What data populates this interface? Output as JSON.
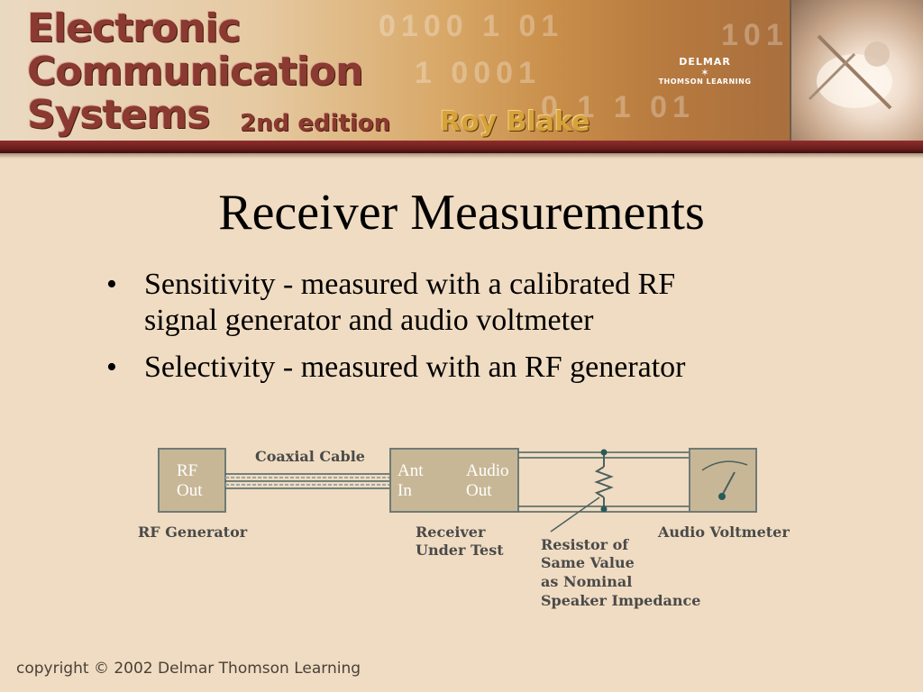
{
  "banner": {
    "book_title_line1": "Electronic",
    "book_title_line2": "Communication",
    "book_title_line3": "Systems",
    "edition": "2nd edition",
    "author": "Roy Blake",
    "publisher_name": "DELMAR",
    "publisher_star": "✶",
    "publisher_sub": "THOMSON LEARNING",
    "decorative_digits": [
      "0100 1 01",
      "1 0001",
      "0 1 1 01",
      "101"
    ]
  },
  "slide": {
    "title": "Receiver Measurements",
    "bullets": [
      {
        "marker": "•",
        "lines": [
          "Sensitivity - measured with a calibrated RF",
          "signal generator and audio voltmeter"
        ]
      },
      {
        "marker": "•",
        "lines": [
          "Selectivity - measured with an RF generator"
        ]
      }
    ]
  },
  "diagram": {
    "rf_box": {
      "line1": "RF",
      "line2": "Out"
    },
    "receiver_box": {
      "left_line1": "Ant",
      "left_line2": "In",
      "right_line1": "Audio",
      "right_line2": "Out"
    },
    "cable_label": "Coaxial Cable",
    "rf_generator_label": "RF Generator",
    "receiver_label_line1": "Receiver",
    "receiver_label_line2": "Under Test",
    "resistor_label_lines": [
      "Resistor of",
      "Same Value",
      "as Nominal",
      "Speaker Impedance"
    ],
    "voltmeter_label": "Audio Voltmeter",
    "colors": {
      "box_fill": "#c8b796",
      "box_stroke": "#6e7a78",
      "wire": "#4a6060",
      "node": "#2a5a5a"
    }
  },
  "footer": {
    "copyright": "copyright © 2002 Delmar Thomson Learning"
  },
  "colors": {
    "background": "#f0dcc2",
    "title_red": "#8a3a30",
    "author_gold": "#d7a23a",
    "bar": "#6e1e1e"
  }
}
